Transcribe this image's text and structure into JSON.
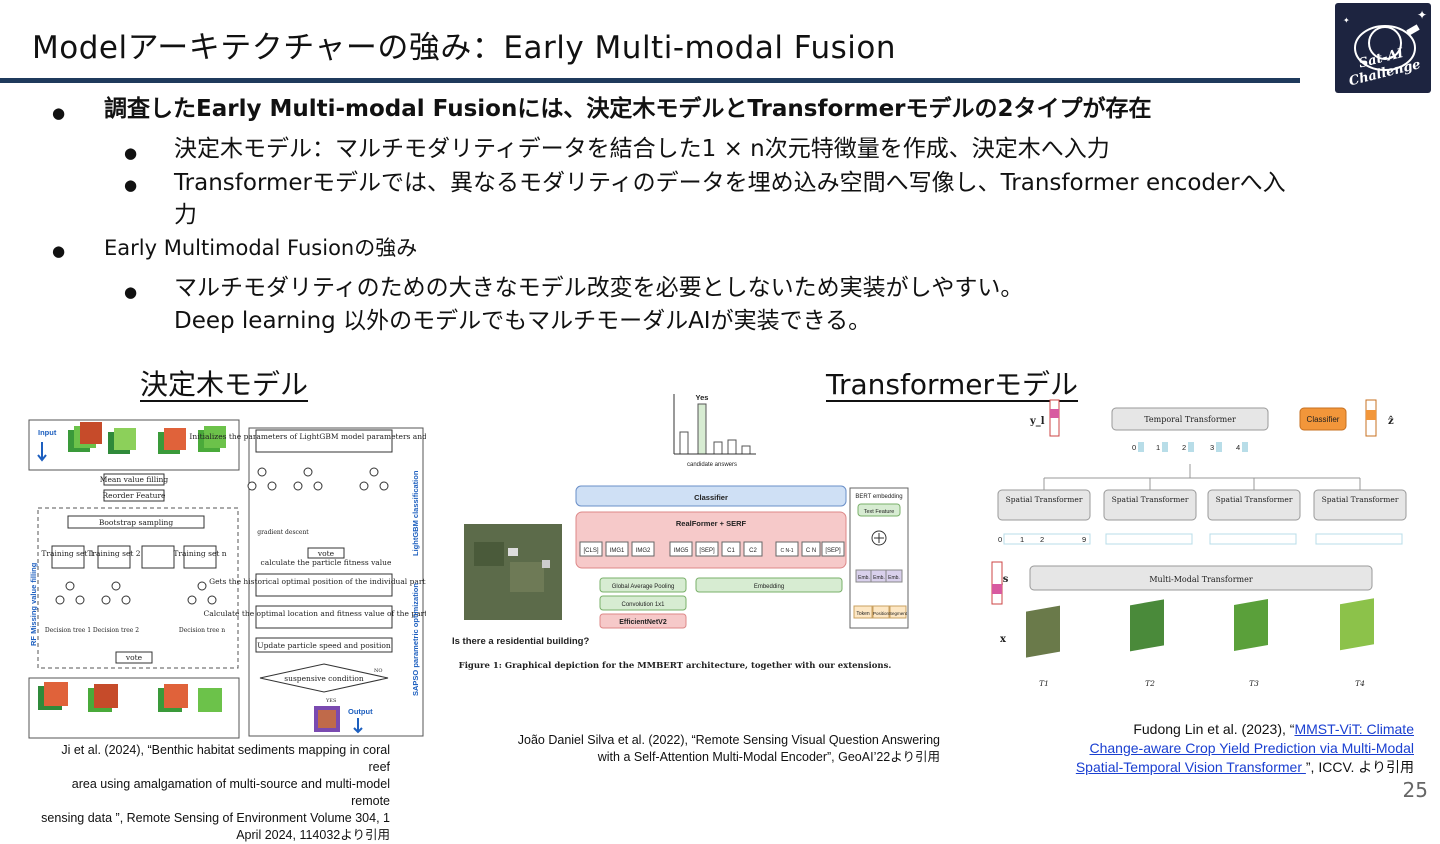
{
  "slide": {
    "title": "Modelアーキテクチャーの強み：Early Multi-modal Fusion",
    "page_number": "25",
    "logo_text": "Sat-AI Challenge"
  },
  "bullets": [
    {
      "level": 1,
      "bold": true,
      "text": "調査したEarly Multi-modal Fusionには、決定木モデルとTransformerモデルの2タイプが存在"
    },
    {
      "level": 2,
      "text": "決定木モデル：マルチモダリティデータを結合した1 × n次元特徴量を作成、決定木へ入力"
    },
    {
      "level": 2,
      "text": "Transformerモデルでは、異なるモダリティのデータを埋め込み空間へ写像し、Transformer encoderへ入"
    },
    {
      "level": 2,
      "text": "力"
    },
    {
      "level": 1,
      "text": "Early Multimodal Fusionの強み"
    },
    {
      "level": 2,
      "text": "マルチモダリティのための大きなモデル改変を必要としないため実装がしやすい。"
    },
    {
      "level": 2,
      "text": "Deep learning 以外のモデルでもマルチモーダルAIが実装できる。"
    }
  ],
  "headings": {
    "left": "決定木モデル",
    "right": "Transformerモデル"
  },
  "figure_left": {
    "input": "Input",
    "output": "Output",
    "mean_fill": "Mean value filling",
    "reorder": "Reorder Feature",
    "bootstrap": "Bootstrap sampling",
    "training_sets": [
      "Training set 1",
      "Training set 2",
      "Training set n"
    ],
    "trees": [
      "Decision tree 1",
      "Decision tree 2",
      "Decision tree n"
    ],
    "vote": "vote",
    "side_rf": "RF Missing value filling",
    "side_lgbm": "LightGBM classification",
    "side_sapso": "SAPSO parametric optimization",
    "init": "Initializes the parameters of LightGBM model parameters and particle",
    "gradient": "gradient descent",
    "fitness": "calculate the particle fitness value",
    "historical": "Gets the historical optimal position of the individual particle",
    "optimal": "Calculate the optimal location and fitness value of the particles",
    "update": "Update particle speed and position",
    "suspensive": "suspensive condition",
    "yes": "YES",
    "no": "NO"
  },
  "figure_mid": {
    "yes_label": "Yes",
    "candidate": "candidate answers",
    "classifier": "Classifier",
    "realformer": "RealFormer + SERF",
    "tokens": [
      "[CLS]",
      "IMG1",
      "IMG2",
      "IMG5",
      "[SEP]",
      "C1",
      "C2",
      "C N-1",
      "C N",
      "[SEP]"
    ],
    "gap": "Global Average Pooling",
    "conv": "Convolution 1x1",
    "effnet": "EfficientNetV2",
    "embedding": "Embedding",
    "bert": "BERT embedding",
    "text_feature": "Text Feature",
    "emb": "Emb.",
    "token": "Token",
    "position": "Position",
    "segment": "Segment",
    "question": "Is there a residential building?",
    "caption": "Figure 1: Graphical depiction for the MMBERT architecture, together with our extensions."
  },
  "figure_right": {
    "yl": "y_l",
    "ys": "y_s",
    "x": "x",
    "temporal": "Temporal Transformer",
    "classifier": "Classifier",
    "zhat": "ẑ",
    "spatial": "Spatial Transformer",
    "multimodal": "Multi-Modal Transformer",
    "times": [
      "T1",
      "T2",
      "T3",
      "T4"
    ],
    "tokens_top": [
      "0",
      "1",
      "2",
      "3",
      "4"
    ],
    "tokens_spatial": [
      "0",
      "1",
      "2",
      "9"
    ]
  },
  "citations": {
    "left": [
      "Ji et al. (2024), “Benthic habitat sediments mapping in coral reef",
      "area using amalgamation of multi-source and multi-model remote",
      "sensing data ”, Remote Sensing of Environment Volume 304, 1",
      "April 2024, 114032より引用"
    ],
    "mid": [
      "João Daniel Silva et al. (2022), “Remote Sensing Visual Question Answering",
      "with a Self-Attention Multi-Modal Encoder”, GeoAI’22より引用"
    ],
    "right_prefix": "Fudong Lin et al. (2023), “",
    "right_link": [
      "MMST-ViT: Climate",
      "Change-aware Crop Yield Prediction via Multi-Modal",
      "Spatial-Temporal Vision Transformer "
    ],
    "right_suffix": "”, ICCV. より引用"
  },
  "colors": {
    "title_rule": "#1f3a5c",
    "realformer_fill": "#f6c9c9",
    "classifier_fill": "#cfe0f5",
    "green_fill": "#d7ecd2",
    "orange": "#f2963a",
    "link": "#1a3fd1"
  }
}
